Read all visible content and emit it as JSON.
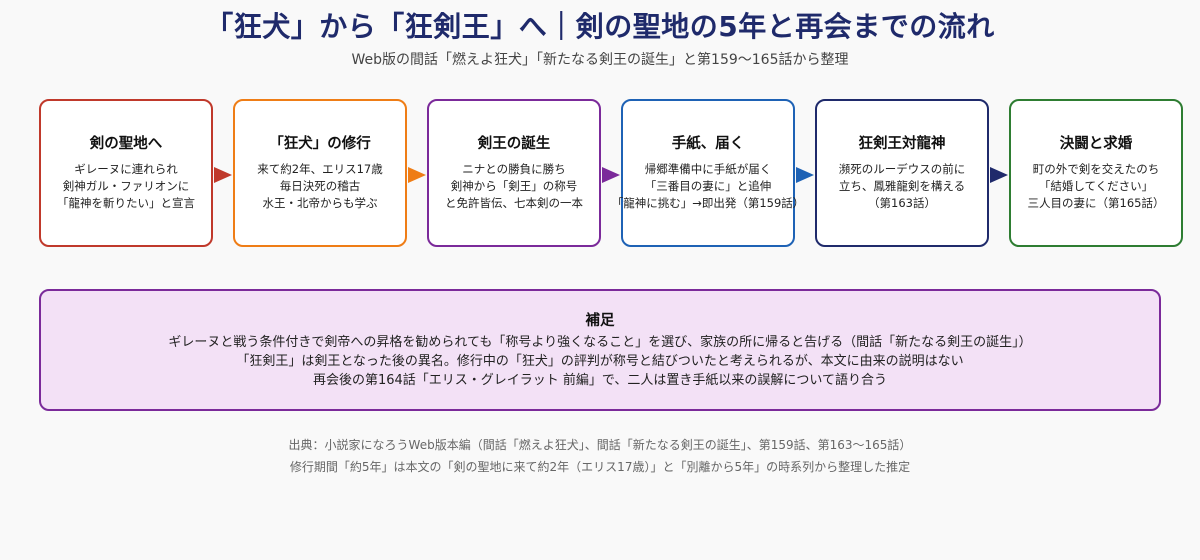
{
  "title": "「狂犬」から「狂剣王」へ｜剣の聖地の5年と再会までの流れ",
  "subtitle": "Web版の間話「燃えよ狂犬」「新たなる剣王の誕生」と第159〜165話から整理",
  "steps": [
    {
      "title": "剣の聖地へ",
      "lines": [
        "ギレーヌに連れられ",
        "剣神ガル・ファリオンに",
        "「龍神を斬りたい」と宣言"
      ],
      "color": "#c0392b"
    },
    {
      "title": "「狂犬」の修行",
      "lines": [
        "来て約2年、エリス17歳",
        "毎日決死の稽古",
        "水王・北帝からも学ぶ"
      ],
      "color": "#ef7d16"
    },
    {
      "title": "剣王の誕生",
      "lines": [
        "ニナとの勝負に勝ち",
        "剣神から「剣王」の称号",
        "と免許皆伝、七本剣の一本"
      ],
      "color": "#7b2a9a"
    },
    {
      "title": "手紙、届く",
      "lines": [
        "帰郷準備中に手紙が届く",
        "「三番目の妻に」と追伸",
        "「龍神に挑む」→即出発（第159話）"
      ],
      "color": "#1e62b5"
    },
    {
      "title": "狂剣王対龍神",
      "lines": [
        "瀕死のルーデウスの前に",
        "立ち、鳳雅龍剣を構える",
        "（第163話）"
      ],
      "color": "#1f2a6b"
    },
    {
      "title": "決闘と求婚",
      "lines": [
        "町の外で剣を交えたのち",
        "「結婚してください」",
        "三人目の妻に（第165話）"
      ],
      "color": "#2e7d32"
    }
  ],
  "note": {
    "title": "補足",
    "lines": [
      "ギレーヌと戦う条件付きで剣帝への昇格を勧められても「称号より強くなること」を選び、家族の所に帰ると告げる（間話「新たなる剣王の誕生」）",
      "「狂剣王」は剣王となった後の異名。修行中の「狂犬」の評判が称号と結びついたと考えられるが、本文に由来の説明はない",
      "再会後の第164話「エリス・グレイラット 前編」で、二人は置き手紙以来の誤解について語り合う"
    ]
  },
  "footer": {
    "lines": [
      "出典：小説家になろうWeb版本編（間話「燃えよ狂犬」、間話「新たなる剣王の誕生」、第159話、第163〜165話）",
      "修行期間「約5年」は本文の「剣の聖地に来て約2年（エリス17歳）」と「別離から5年」の時系列から整理した推定"
    ]
  }
}
